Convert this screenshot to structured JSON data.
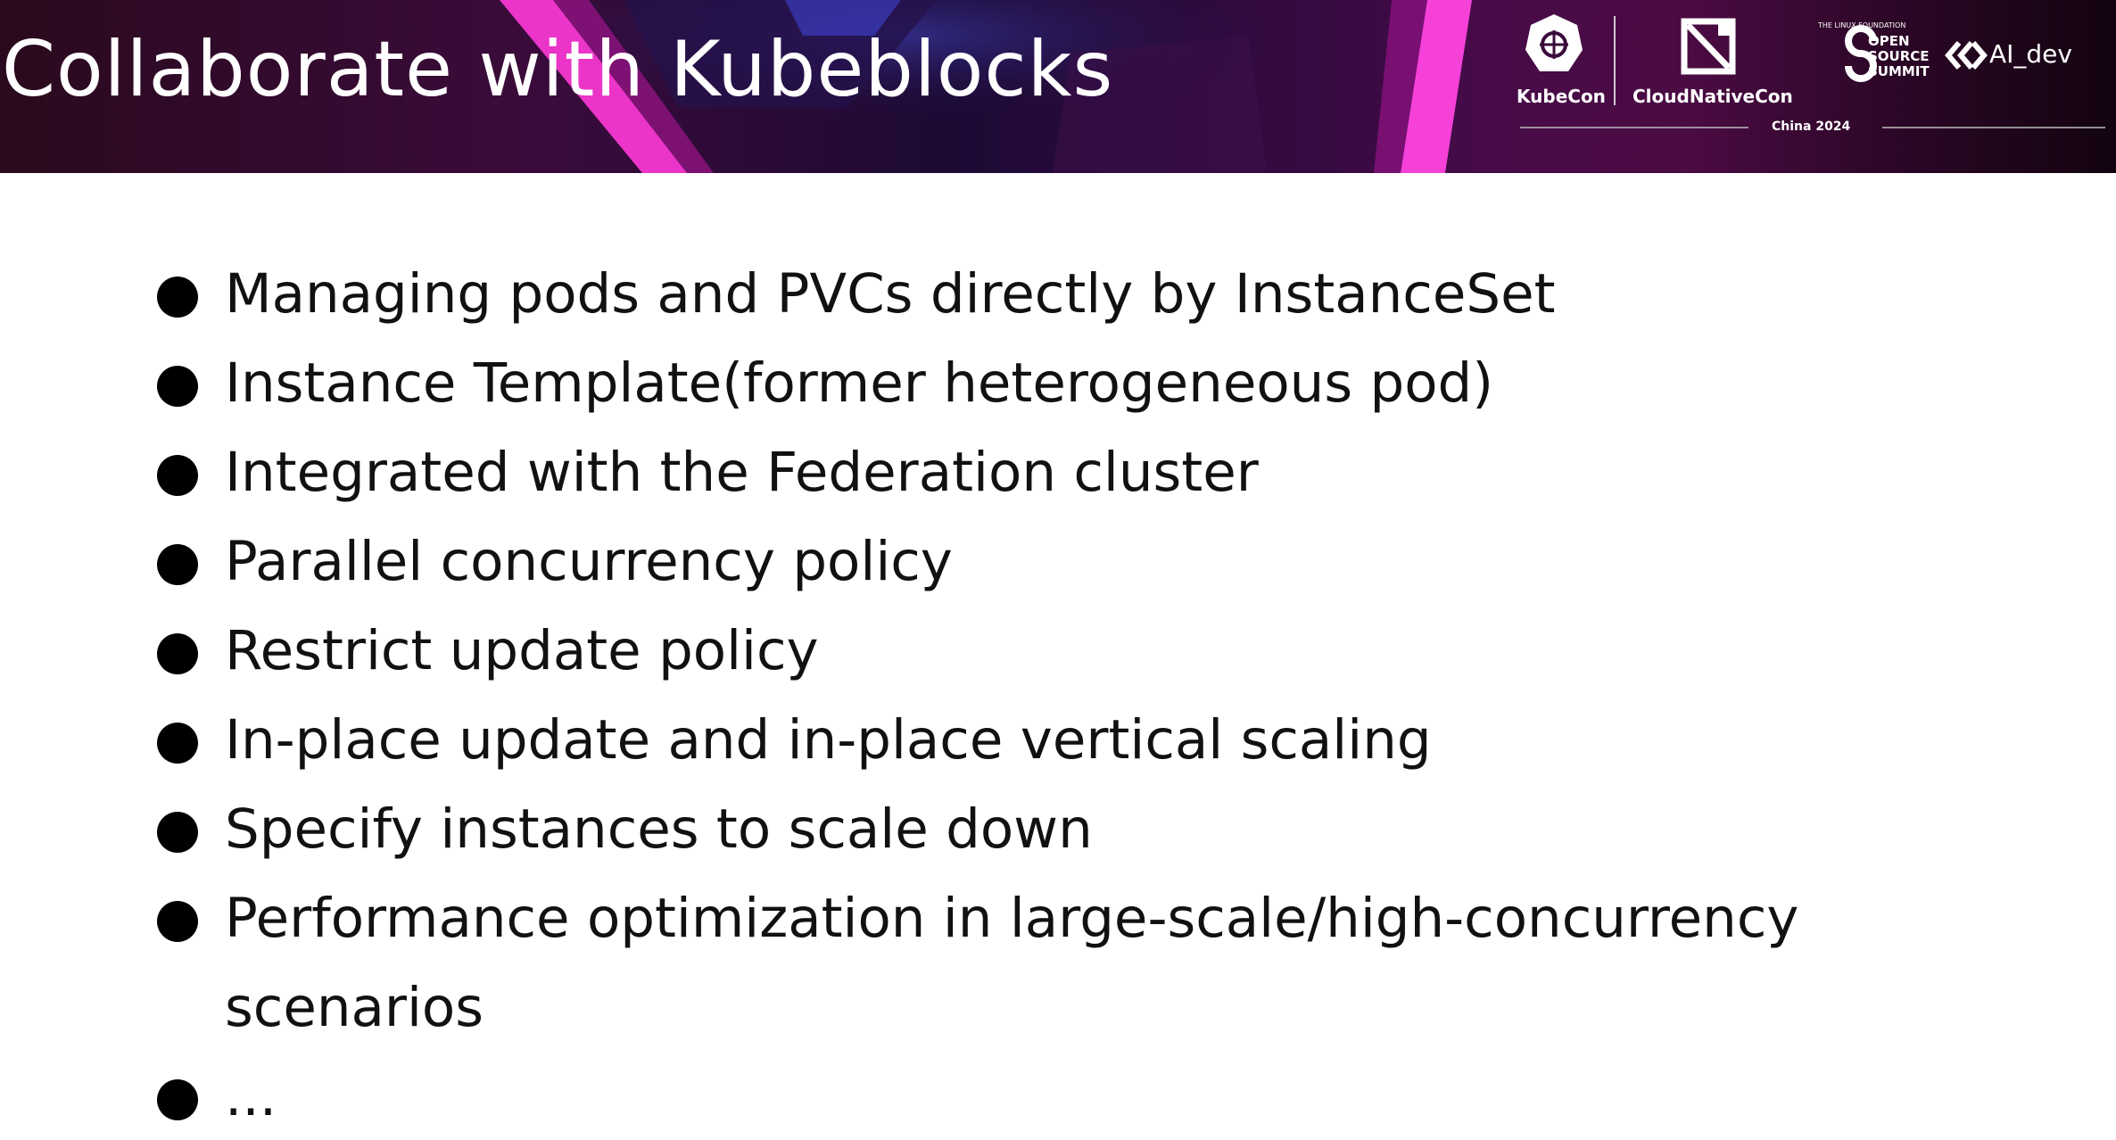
{
  "header": {
    "title": "Collaborate with Kubeblocks",
    "logos": {
      "kubecon_label": "KubeCon",
      "cloudnativecon_label": "CloudNativeCon",
      "linux_foundation_label": "THE LINUX FOUNDATION",
      "oss_line1": "OPEN",
      "oss_line2": "SOURCE",
      "oss_line3": "SUMMIT",
      "aidev_label": "AI_dev",
      "event_label": "China 2024"
    },
    "colors": {
      "neon_pink": "#ff2fd0",
      "dark_purple": "#2a0a2e"
    }
  },
  "bullets": [
    "Managing pods and PVCs directly by InstanceSet",
    "Instance Template(former heterogeneous pod)",
    "Integrated with the Federation cluster",
    "Parallel concurrency policy",
    "Restrict update policy",
    "In-place update and in-place vertical scaling",
    "Specify instances to scale down",
    "Performance optimization in large-scale/high-concurrency scenarios",
    "..."
  ]
}
